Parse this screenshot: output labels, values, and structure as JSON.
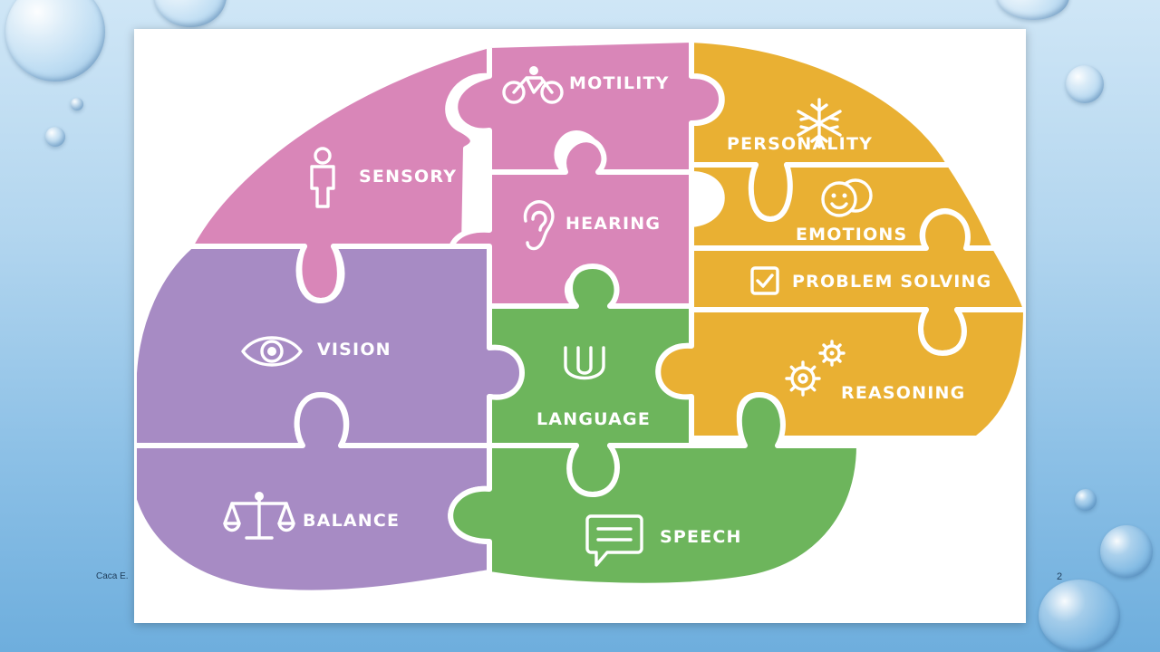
{
  "footer": {
    "author": "Caca E.",
    "page_number": "2"
  },
  "colors": {
    "pink": "#d986b8",
    "purple": "#a78bc4",
    "green": "#6db55c",
    "orange": "#e9b033",
    "outline": "#ffffff"
  },
  "pieces": {
    "motility": {
      "label": "MOTILITY",
      "icon": "bicycle-icon"
    },
    "sensory": {
      "label": "SENSORY",
      "icon": "person-icon"
    },
    "hearing": {
      "label": "HEARING",
      "icon": "ear-icon"
    },
    "personality": {
      "label": "PERSONALITY",
      "icon": "snowflake-icon"
    },
    "emotions": {
      "label": "EMOTIONS",
      "icon": "smiley-faces-icon"
    },
    "problem_solving": {
      "label": "PROBLEM SOLVING",
      "icon": "checkbox-icon"
    },
    "vision": {
      "label": "VISION",
      "icon": "eye-icon"
    },
    "language": {
      "label": "LANGUAGE",
      "icon": "tongue-icon"
    },
    "reasoning": {
      "label": "REASONING",
      "icon": "gears-icon"
    },
    "balance": {
      "label": "BALANCE",
      "icon": "scales-icon"
    },
    "speech": {
      "label": "SPEECH",
      "icon": "speech-bubble-icon"
    }
  }
}
